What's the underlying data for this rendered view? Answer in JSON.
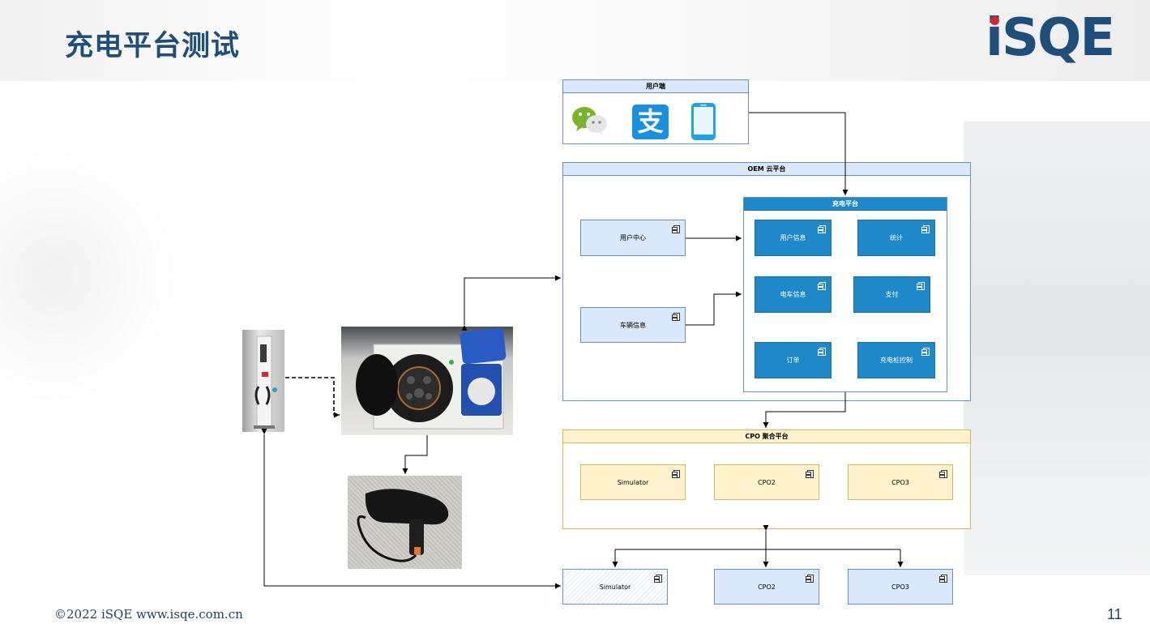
{
  "slide": {
    "title": "充电平台测试",
    "logo": "iSQE",
    "footer": "©2022  iSQE   www.isqe.com.cn",
    "page_number": "11"
  },
  "diagram": {
    "user_end": {
      "title": "用户端",
      "icons": [
        "wechat-icon",
        "alipay-icon",
        "smartphone-icon"
      ],
      "icon_glyphs": {
        "alipay": "支"
      }
    },
    "oem_cloud": {
      "title": "OEM 云平台",
      "components": [
        "用户中心",
        "车辆信息"
      ]
    },
    "charging_platform": {
      "title": "充电平台",
      "components": [
        "用户信息",
        "统计",
        "电车信息",
        "支付",
        "订单",
        "充电桩控制"
      ]
    },
    "cpo_aggregation": {
      "title": "CPO 聚合平台",
      "components": [
        "Simulator",
        "CPO2",
        "CPO3"
      ]
    },
    "bottom_nodes": [
      "Simulator",
      "CPO2",
      "CPO3"
    ],
    "photos": [
      "charging-station-photo",
      "charging-socket-photo",
      "hair-dryer-photo"
    ],
    "colors": {
      "title": "#1f4e79",
      "logo_dot": "#d9262c",
      "light_blue_fill": "#dae8fc",
      "blue_stroke": "#6c8ebf",
      "dark_blue_fill": "#1e88c8",
      "yellow_fill": "#fff2cc",
      "yellow_stroke": "#d6b656"
    }
  }
}
